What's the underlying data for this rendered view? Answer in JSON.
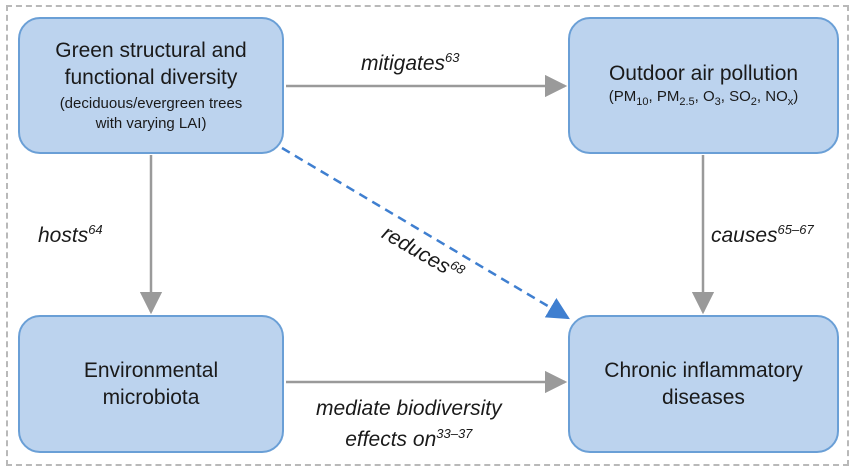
{
  "nodes": {
    "green": {
      "line1": "Green structural and",
      "line2": "functional diversity",
      "sub1": "(deciduous/evergreen trees",
      "sub2": "with varying LAI)"
    },
    "air": {
      "line1": "Outdoor air pollution",
      "pollutants": "(PM10, PM2.5, O3, SO2, NOx)"
    },
    "micro": {
      "line1": "Environmental",
      "line2": "microbiota"
    },
    "chronic": {
      "line1": "Chronic inflammatory",
      "line2": "diseases"
    }
  },
  "edges": {
    "mitigates": {
      "text": "mitigates",
      "ref": "63"
    },
    "hosts": {
      "text": "hosts",
      "ref": "64"
    },
    "causes": {
      "text": "causes",
      "ref": "65–67"
    },
    "reduces": {
      "text": "reduces",
      "ref": "68"
    },
    "mediate": {
      "line1": "mediate biodiversity",
      "line2": "effects on",
      "ref": "33–37"
    }
  },
  "colors": {
    "node_fill": "#bcd3ee",
    "node_border": "#6a9fd6",
    "arrow_gray": "#9a9a9a",
    "arrow_blue_dashed": "#3f7fd0",
    "frame_dashed": "#b9b9b9"
  }
}
